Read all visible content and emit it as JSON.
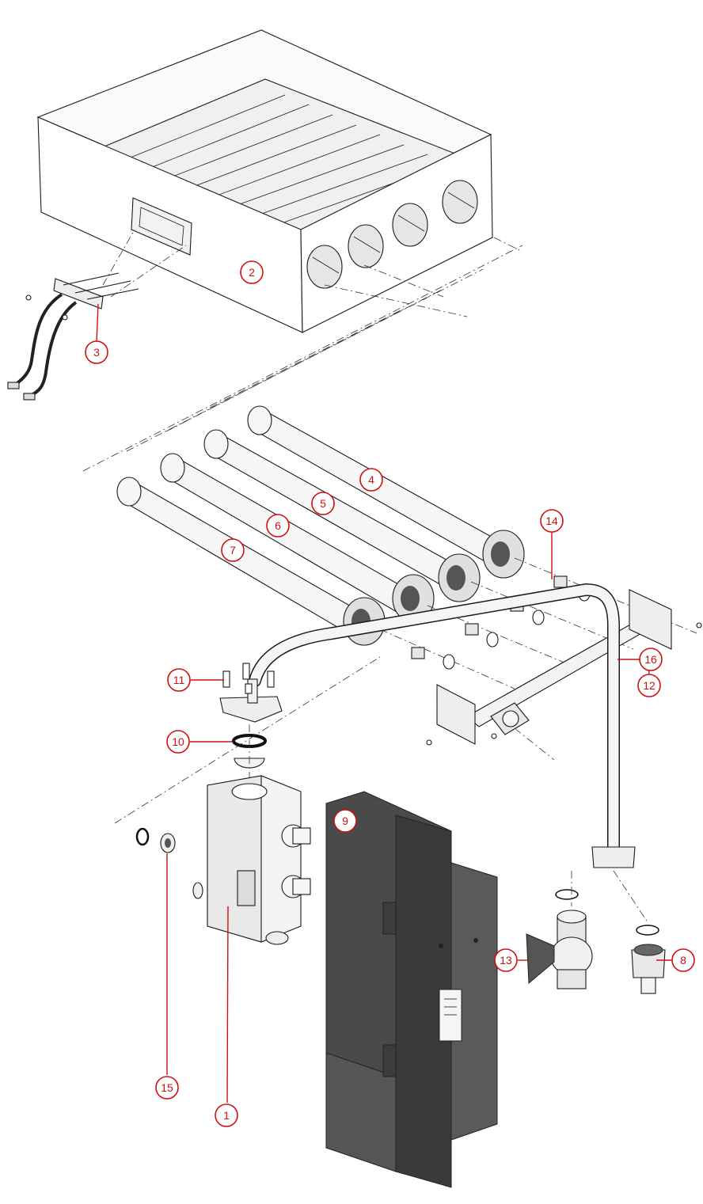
{
  "callouts": [
    {
      "id": "c2",
      "label": "2"
    },
    {
      "id": "c3",
      "label": "3"
    },
    {
      "id": "c4",
      "label": "4"
    },
    {
      "id": "c5",
      "label": "5"
    },
    {
      "id": "c6",
      "label": "6"
    },
    {
      "id": "c7",
      "label": "7"
    },
    {
      "id": "c14",
      "label": "14"
    },
    {
      "id": "c12",
      "label": "12"
    },
    {
      "id": "c16",
      "label": "16"
    },
    {
      "id": "c11",
      "label": "11"
    },
    {
      "id": "c10",
      "label": "10"
    },
    {
      "id": "c13",
      "label": "13"
    },
    {
      "id": "c8",
      "label": "8"
    },
    {
      "id": "c9",
      "label": "9"
    },
    {
      "id": "c15",
      "label": "15"
    },
    {
      "id": "c1",
      "label": "1"
    }
  ],
  "colors": {
    "callout": "#d01010",
    "line": "#1a1a1a",
    "module_dark": "#4a4a4a",
    "part_light": "#f4f4f4"
  }
}
